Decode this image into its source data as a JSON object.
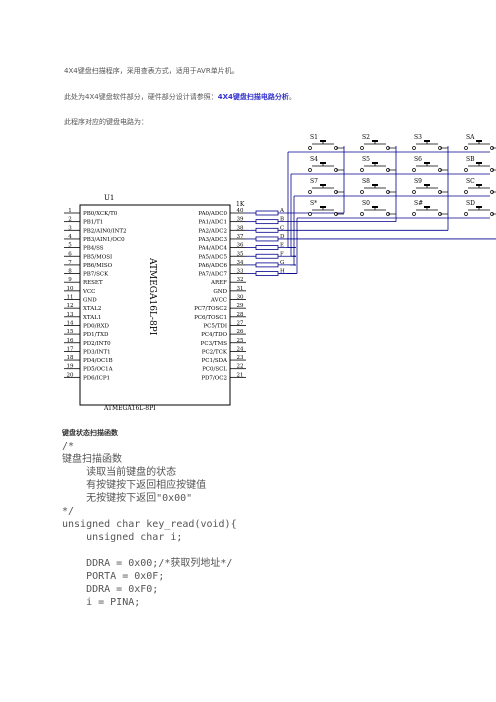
{
  "paragraphs": {
    "intro": "4X4键盘扫描程序，采用查表方式，适用于AVR单片机。",
    "ref_prefix": "此处为4X4键盘软件部分，硬件部分设计请参照：",
    "ref_link": "4X4键盘扫描电路分析",
    "ref_suffix": "。",
    "circuit_intro": "此程序对应的键盘电路为："
  },
  "schematic": {
    "chip_ref": "U1",
    "chip_name": "ATMEGA16L-8PI",
    "chip_body_label": "ATMEGA16L-8PI",
    "resistor_label": "1K",
    "left_pins": [
      {
        "num": "1",
        "name": "PB0/XCK/T0"
      },
      {
        "num": "2",
        "name": "PB1/T1"
      },
      {
        "num": "3",
        "name": "PB2/AIN0/INT2"
      },
      {
        "num": "4",
        "name": "PB3/AIN1/OC0"
      },
      {
        "num": "5",
        "name": "PB4/SS"
      },
      {
        "num": "6",
        "name": "PB5/MOSI"
      },
      {
        "num": "7",
        "name": "PB6/MISO"
      },
      {
        "num": "8",
        "name": "PB7/SCK"
      },
      {
        "num": "9",
        "name": "RESET"
      },
      {
        "num": "10",
        "name": "VCC"
      },
      {
        "num": "11",
        "name": "GND"
      },
      {
        "num": "12",
        "name": "XTAL2"
      },
      {
        "num": "13",
        "name": "XTAL1"
      },
      {
        "num": "14",
        "name": "PD0/RXD"
      },
      {
        "num": "15",
        "name": "PD1/TXD"
      },
      {
        "num": "16",
        "name": "PD2/INT0"
      },
      {
        "num": "17",
        "name": "PD3/INT1"
      },
      {
        "num": "18",
        "name": "PD4/OC1B"
      },
      {
        "num": "19",
        "name": "PD5/OC1A"
      },
      {
        "num": "20",
        "name": "PD6/ICP1"
      }
    ],
    "right_pins": [
      {
        "num": "40",
        "name": "PA0/ADC0"
      },
      {
        "num": "39",
        "name": "PA1/ADC1"
      },
      {
        "num": "38",
        "name": "PA2/ADC2"
      },
      {
        "num": "37",
        "name": "PA3/ADC3"
      },
      {
        "num": "36",
        "name": "PA4/ADC4"
      },
      {
        "num": "35",
        "name": "PA5/ADC5"
      },
      {
        "num": "34",
        "name": "PA6/ADC6"
      },
      {
        "num": "33",
        "name": "PA7/ADC7"
      },
      {
        "num": "32",
        "name": "AREF"
      },
      {
        "num": "31",
        "name": "GND"
      },
      {
        "num": "30",
        "name": "AVCC"
      },
      {
        "num": "29",
        "name": "PC7/TOSC2"
      },
      {
        "num": "28",
        "name": "PC6/TOSC1"
      },
      {
        "num": "27",
        "name": "PC5/TDI"
      },
      {
        "num": "26",
        "name": "PC4/TDO"
      },
      {
        "num": "25",
        "name": "PC3/TMS"
      },
      {
        "num": "24",
        "name": "PC2/TCK"
      },
      {
        "num": "23",
        "name": "PC1/SDA"
      },
      {
        "num": "22",
        "name": "PC0/SCL"
      },
      {
        "num": "21",
        "name": "PD7/OC2"
      }
    ],
    "net_labels": [
      "A",
      "B",
      "C",
      "D",
      "E",
      "F",
      "G",
      "H"
    ],
    "switches": [
      [
        "S1",
        "S2",
        "S3",
        "SA"
      ],
      [
        "S4",
        "S5",
        "S6",
        "SB"
      ],
      [
        "S7",
        "S8",
        "S9",
        "SC"
      ],
      [
        "S*",
        "S0",
        "S#",
        "SD"
      ]
    ]
  },
  "function_title": "键盘状态扫描函数",
  "code_lines": [
    "/*",
    "键盘扫描函数",
    "    读取当前键盘的状态",
    "    有按键按下返回相应按键值",
    "    无按键按下返回\"0x00\"",
    "*/",
    "unsigned char key_read(void){",
    "    unsigned char i;",
    "",
    "    DDRA = 0x00;/*获取列地址*/",
    "    PORTA = 0x0F;",
    "    DDRA = 0xF0;",
    "    i = PINA;"
  ]
}
